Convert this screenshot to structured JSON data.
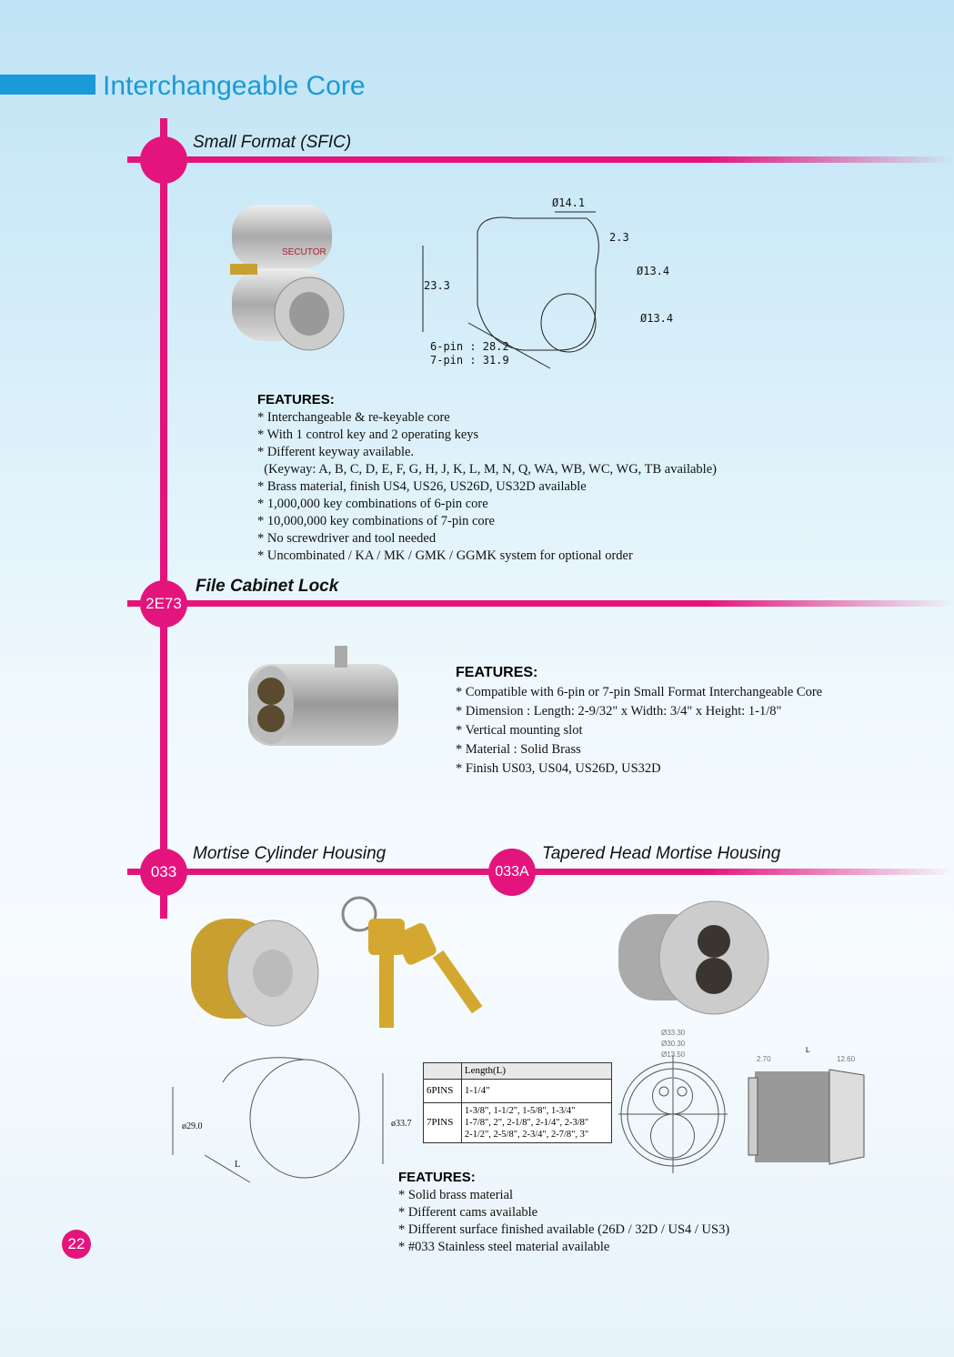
{
  "page": {
    "title": "Interchangeable Core",
    "number": "22"
  },
  "colors": {
    "accent": "#e4147d",
    "title_blue": "#1a9ad8"
  },
  "sfic": {
    "heading": "Small Format (SFIC)",
    "dimensions": {
      "d1": "Ø14.1",
      "d2": "2.3",
      "d3": "Ø13.4",
      "d4": "Ø13.4",
      "height": "23.3",
      "len6": "6-pin : 28.2",
      "len7": "7-pin : 31.9"
    },
    "features_title": "FEATURES:",
    "features": [
      "* Interchangeable & re-keyable core",
      "* With 1 control key and 2 operating keys",
      "* Different keyway available.",
      "  (Keyway: A, B, C, D, E, F, G, H, J, K, L, M, N, Q, WA, WB, WC, WG, TB available)",
      "* Brass material, finish US4, US26, US26D, US32D available",
      "* 1,000,000 key combinations of 6-pin core",
      "* 10,000,000 key combinations of 7-pin core",
      "* No screwdriver and tool needed",
      "* Uncombinated / KA / MK / GMK / GGMK system for optional order"
    ]
  },
  "cabinet": {
    "code": "2E73",
    "heading": "File Cabinet Lock",
    "features_title": "FEATURES:",
    "features": [
      "* Compatible with 6-pin or 7-pin Small Format Interchangeable Core",
      "* Dimension : Length: 2-9/32\" x Width: 3/4\" x Height: 1-1/8\"",
      "* Vertical mounting slot",
      "* Material : Solid Brass",
      "* Finish US03, US04, US26D, US32D"
    ]
  },
  "mortise": {
    "code": "033",
    "heading": "Mortise Cylinder Housing",
    "dim_a": "ø29.0",
    "dim_b": "ø33.7",
    "dim_l": "L",
    "table": {
      "header": [
        "",
        "Length(L)"
      ],
      "rows": [
        [
          "6PINS",
          "1-1/4\""
        ],
        [
          "7PINS",
          "1-3/8\", 1-1/2\", 1-5/8\", 1-3/4\"\n1-7/8\", 2\", 2-1/8\", 2-1/4\", 2-3/8\"\n2-1/2\", 2-5/8\", 2-3/4\", 2-7/8\", 3\""
        ]
      ]
    },
    "features_title": "FEATURES:",
    "features": [
      "* Solid brass material",
      "* Different cams available",
      "* Different surface finished available (26D / 32D / US4 / US3)",
      "* #033 Stainless steel material available"
    ]
  },
  "tapered": {
    "code": "033A",
    "heading": "Tapered Head Mortise Housing",
    "dims": {
      "d1": "Ø33.30",
      "d2": "Ø30.30",
      "d3": "Ø13.50",
      "l": "L",
      "a": "2.70",
      "b": "12.60"
    }
  }
}
